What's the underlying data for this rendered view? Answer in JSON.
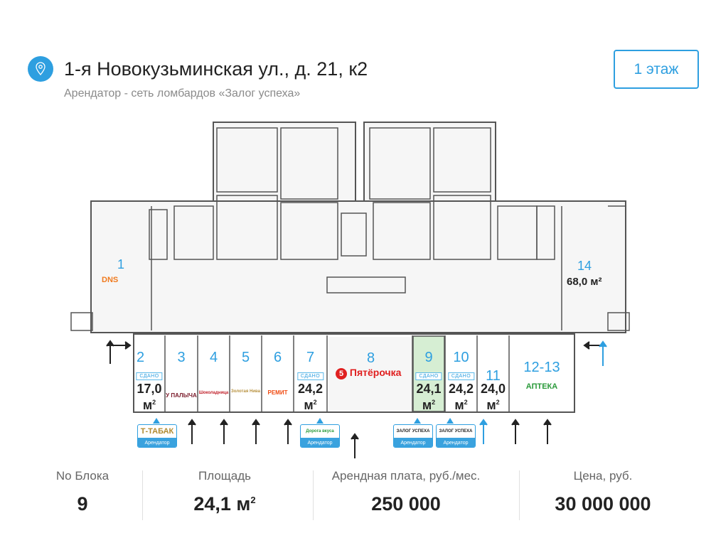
{
  "header": {
    "title": "1-я Новокузьминская ул., д. 21, к2",
    "subtitle": "Арендатор - сеть ломбардов «Залог успеха»",
    "floor_button": "1 этаж",
    "pin_icon": "map-pin-icon"
  },
  "plan": {
    "rented_label": "СДАНО",
    "m2": "м",
    "blocks": [
      {
        "num": "1",
        "logo": "DNS"
      },
      {
        "num": "2",
        "area": "17,0",
        "rented": true
      },
      {
        "num": "3",
        "logo": "У ПАЛЫЧА"
      },
      {
        "num": "4",
        "logo": "Шоколадница"
      },
      {
        "num": "5",
        "logo": "Золотая Нива"
      },
      {
        "num": "6",
        "logo": "РЕМИТ"
      },
      {
        "num": "7",
        "area": "24,2",
        "rented": true
      },
      {
        "num": "8",
        "logo": "Пятёрочка"
      },
      {
        "num": "9",
        "area": "24,1",
        "rented": true
      },
      {
        "num": "10",
        "area": "24,2",
        "rented": true
      },
      {
        "num": "11",
        "area": "24,0"
      },
      {
        "num": "12-13",
        "logo": "АПТЕКА"
      },
      {
        "num": "14",
        "area": "68,0 м²"
      }
    ],
    "tenants": [
      {
        "name": "Т-ТАБАК",
        "role": "Арендатор"
      },
      {
        "name": "Дорога вкуса",
        "role": "Арендатор"
      },
      {
        "name": "ЗАЛОГ УСПЕХА",
        "role": "Арендатор"
      },
      {
        "name": "ЗАЛОГ УСПЕХА",
        "role": "Арендатор"
      }
    ],
    "selected_color": "#d6eed3"
  },
  "stats": [
    {
      "label": "No Блока",
      "value": "9"
    },
    {
      "label": "Площадь",
      "value": "24,1 м",
      "sup": "2"
    },
    {
      "label": "Арендная плата, руб./мес.",
      "value": "250 000"
    },
    {
      "label": "Цена, руб.",
      "value": "30 000 000"
    }
  ]
}
